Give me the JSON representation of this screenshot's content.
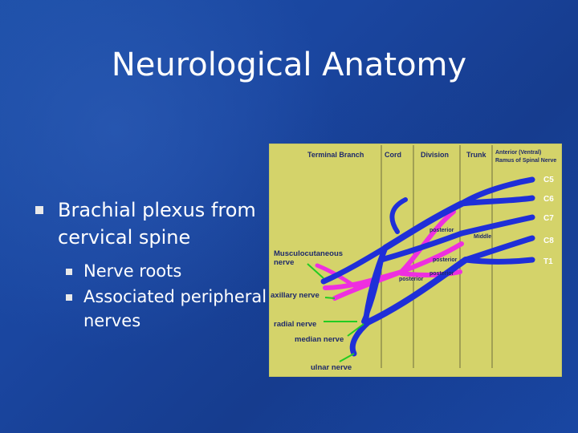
{
  "title": "Neurological Anatomy",
  "bullets": [
    {
      "text": "Brachial plexus from cervical spine",
      "sub": [
        "Nerve roots",
        "Associated peripheral nerves"
      ]
    }
  ],
  "diagram": {
    "headers": {
      "terminal_branch": "Terminal Branch",
      "cord": "Cord",
      "division": "Division",
      "trunk": "Trunk",
      "ramus_line1": "Anterior (Ventral)",
      "ramus_line2": "Ramus of Spinal Nerve"
    },
    "roots": [
      "C5",
      "C6",
      "C7",
      "C8",
      "T1"
    ],
    "nerves": {
      "musculocutaneous_line1": "Musculocutaneous",
      "musculocutaneous_line2": "nerve",
      "axillary": "axillary nerve",
      "radial": "radial nerve",
      "median": "median nerve",
      "ulnar": "ulnar nerve"
    },
    "small_labels": {
      "trunk_middle": "Middle",
      "division_posterior_1": "posterior",
      "division_posterior_2": "posterior",
      "division_posterior_3": "posterior",
      "cord_posterior": "posterior"
    },
    "colors": {
      "background": "#d4d36a",
      "nerve_blue": "#1f2fd8",
      "nerve_magenta": "#ee2fe0",
      "pointer_green": "#22cc22",
      "text_navy": "#1f2a6a"
    }
  }
}
